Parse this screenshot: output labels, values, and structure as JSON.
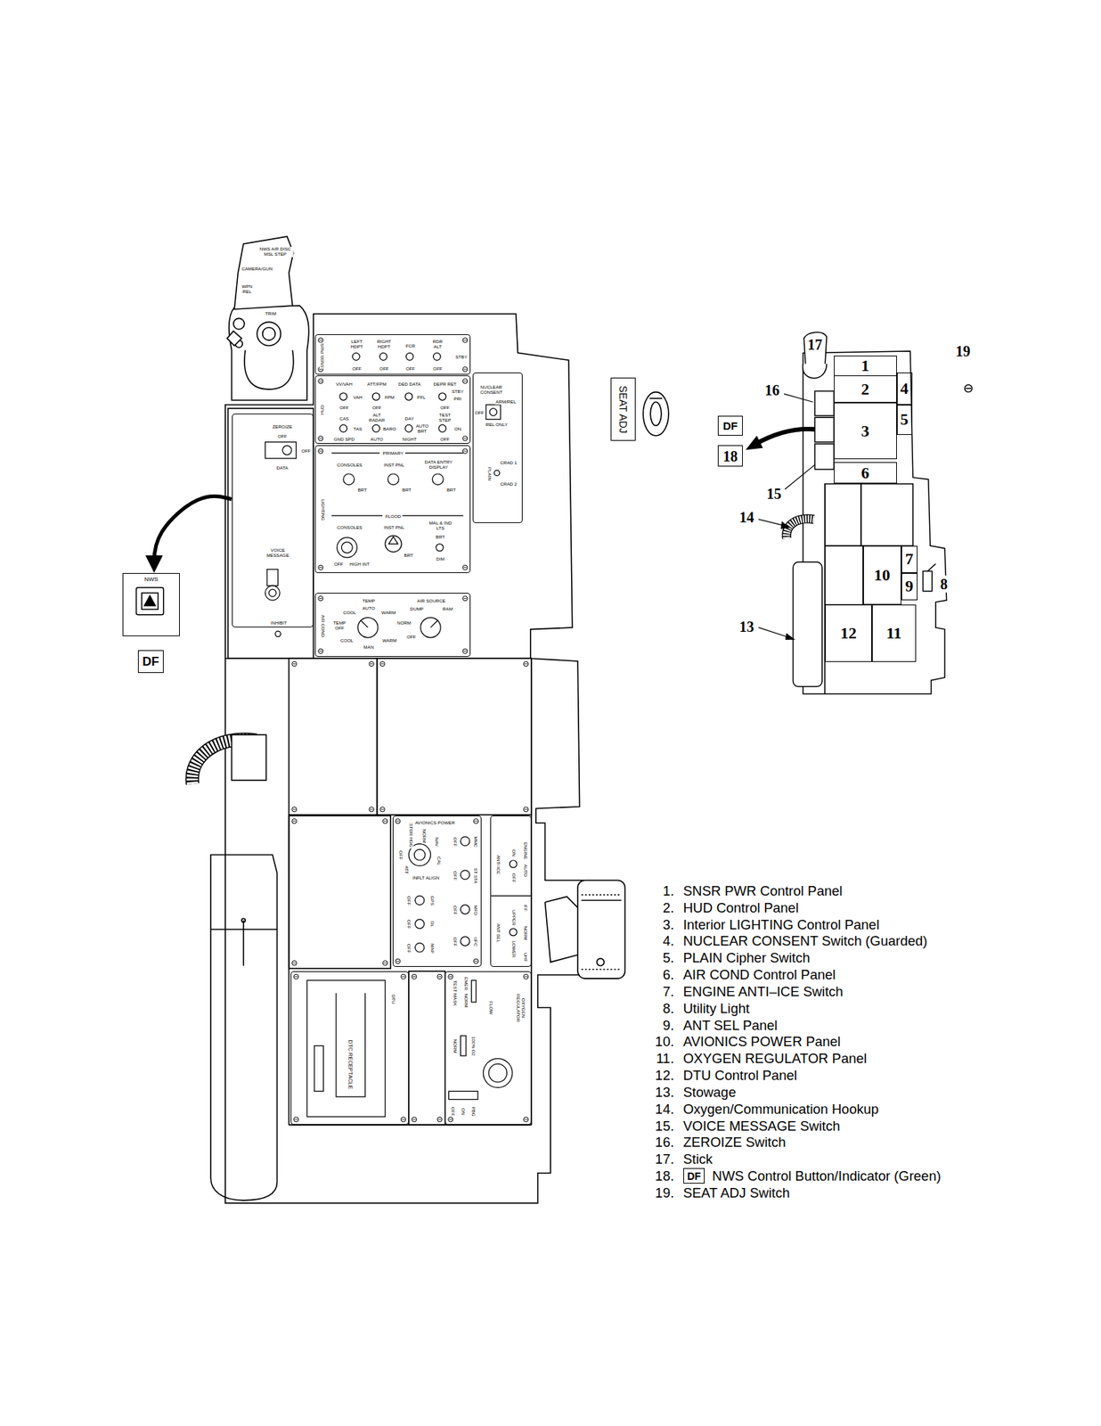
{
  "diagram": {
    "nodes": [
      {
        "text": [
          "SNSR PWR",
          "LEFT HDPT",
          "RIGHT HDPT",
          "FCR",
          "RDR ALT",
          "STBY",
          "OFF",
          "OFF",
          "OFF",
          "OFF"
        ]
      },
      {
        "text": [
          "HUD",
          "VV/VAH",
          "VAH",
          "OFF",
          "ATT/FPM",
          "FPM",
          "OFF",
          "DED DATA",
          "PFL",
          "DEPR RET",
          "STBY",
          "PRI",
          "OFF",
          "CAS",
          "TAS",
          "GND SPD",
          "ALT RADAR",
          "BARO",
          "AUTO",
          "DAY",
          "AUTO BRT",
          "NIGHT",
          "TEST STEP",
          "ON",
          "OFF"
        ]
      },
      {
        "text": [
          "NUCLEAR CONSENT",
          "ARM/REL",
          "OFF",
          "REL ONLY",
          "CRAD 1",
          "PLAIN",
          "CRAD 2"
        ]
      },
      {
        "text": [
          "LIGHTING",
          "PRIMARY",
          "CONSOLES",
          "INST PNL",
          "DATA ENTRY DISPLAY",
          "BRT",
          "BRT",
          "BRT",
          "FLOOD",
          "CONSOLES",
          "INST PNL",
          "MAL & IND LTS",
          "BRT",
          "OFF",
          "HIGH INT",
          "BRT",
          "DIM"
        ]
      },
      {
        "text": [
          "ZEROIZE",
          "OFF",
          "OFF",
          "DATA",
          "VOICE MESSAGE",
          "INHIBIT"
        ]
      },
      {
        "text": [
          "AIR COND",
          "TEMP",
          "AUTO",
          "COOL",
          "WARM",
          "TEMP OFF",
          "COOL",
          "MAN",
          "WARM",
          "AIR SOURCE",
          "DUMP",
          "RAM",
          "NORM",
          "OFF"
        ]
      },
      {
        "text": [
          "AVIONICS POWER",
          "OFF",
          "STOR HDG",
          "NORM",
          "NAV",
          "CAL",
          "INFLT ALIGN",
          "ATT",
          "MMC",
          "OFF",
          "ST STA",
          "OFF",
          "MFD",
          "OFF",
          "UFC",
          "OFF",
          "GPS",
          "OFF",
          "DL",
          "OFF",
          "MAP",
          "OFF"
        ]
      },
      {
        "text": [
          "ANTI ICE",
          "ENGINE",
          "ON",
          "AUTO",
          "OFF",
          "ANT SEL",
          "IFF",
          "UPPER",
          "NORM",
          "LOWER",
          "UHF"
        ]
      },
      {
        "text": [
          "DTU",
          "DTC RECEPTACLE"
        ]
      },
      {
        "text": [
          "OXYGEN REGULATOR",
          "FLOW",
          "EMER",
          "NORM",
          "TEST MASK",
          "100% O2",
          "NORM",
          "PBG",
          "ON",
          "OFF"
        ]
      },
      {
        "text": [
          "SEAT ADJ"
        ]
      },
      {
        "text": [
          "NWS"
        ]
      },
      {
        "text": [
          "DF"
        ]
      },
      {
        "text": [
          "1"
        ]
      },
      {
        "text": [
          "2"
        ]
      },
      {
        "text": [
          "4"
        ]
      },
      {
        "text": [
          "3"
        ]
      },
      {
        "text": [
          "5"
        ]
      },
      {
        "text": [
          "DF"
        ]
      },
      {
        "text": [
          "18"
        ]
      },
      {
        "text": [
          "6"
        ]
      },
      {
        "text": [
          "7"
        ]
      },
      {
        "text": [
          "10"
        ]
      },
      {
        "text": [
          "9"
        ]
      },
      {
        "text": [
          "12"
        ]
      },
      {
        "text": [
          "11"
        ]
      },
      {
        "text": [
          "DF"
        ]
      }
    ],
    "edges": [
      {
        "from": 4,
        "to": 11,
        "arrow": "to"
      }
    ],
    "labels": [
      "NWS A/R DISC MSL STEP",
      "CAMERA/GUN",
      "WPN REL",
      "TRIM",
      "17",
      "19",
      "16",
      "15",
      "14",
      "8",
      "13",
      "1.",
      "SNSR PWR Control Panel",
      "2.",
      "HUD Control Panel",
      "3.",
      "Interior LIGHTING Control Panel",
      "4.",
      "NUCLEAR CONSENT Switch (Guarded)",
      "5.",
      "PLAIN Cipher Switch",
      "6.",
      "AIR COND Control Panel",
      "7.",
      "ENGINE ANTI–ICE Switch",
      "8.",
      "Utility Light",
      "9.",
      "ANT SEL Panel",
      "10.",
      "AVIONICS POWER Panel",
      "11.",
      "OXYGEN REGULATOR Panel",
      "12.",
      "DTU Control Panel",
      "13.",
      "Stowage",
      "14.",
      "Oxygen/Communication Hookup",
      "15.",
      "VOICE MESSAGE Switch",
      "16.",
      "ZEROIZE Switch",
      "17.",
      "Stick",
      "18.",
      "NWS Control Button/Indicator (Green)",
      "19.",
      "SEAT ADJ Switch"
    ]
  }
}
